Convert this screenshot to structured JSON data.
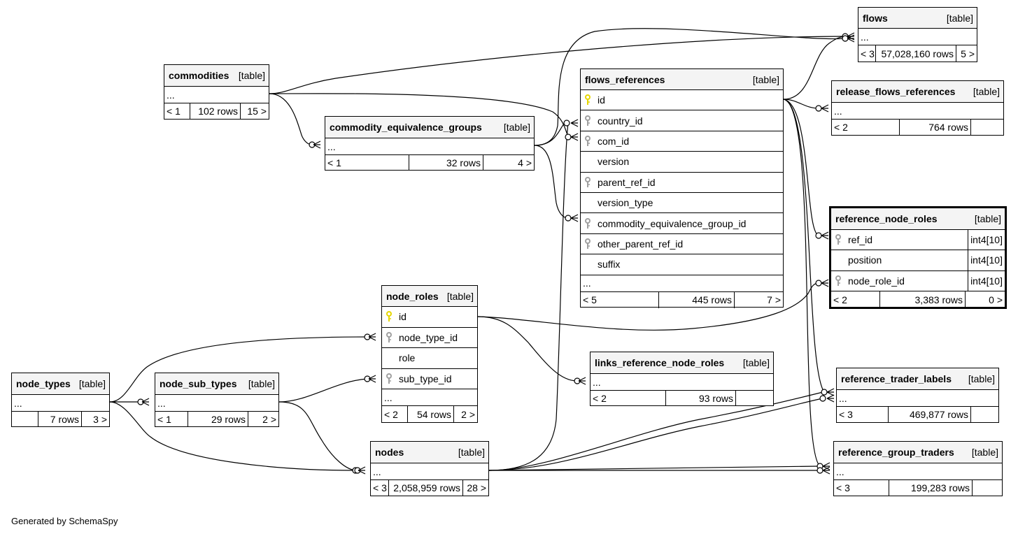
{
  "credit": "Generated by SchemaSpy",
  "tables": {
    "flows": {
      "name": "flows",
      "type": "[table]",
      "dots": "...",
      "parents": "< 3",
      "rows": "57,028,160 rows",
      "children": "5 >"
    },
    "commodities": {
      "name": "commodities",
      "type": "[table]",
      "dots": "...",
      "parents": "< 1",
      "rows": "102 rows",
      "children": "15 >"
    },
    "commodity_equivalence_groups": {
      "name": "commodity_equivalence_groups",
      "type": "[table]",
      "dots": "...",
      "parents": "< 1",
      "rows": "32 rows",
      "children": "4 >"
    },
    "flows_references": {
      "name": "flows_references",
      "type": "[table]",
      "columns": [
        {
          "name": "id",
          "key": "pk"
        },
        {
          "name": "country_id",
          "key": "fk"
        },
        {
          "name": "com_id",
          "key": "fk"
        },
        {
          "name": "version",
          "key": "none"
        },
        {
          "name": "parent_ref_id",
          "key": "fk"
        },
        {
          "name": "version_type",
          "key": "none"
        },
        {
          "name": "commodity_equivalence_group_id",
          "key": "fk"
        },
        {
          "name": "other_parent_ref_id",
          "key": "fk"
        },
        {
          "name": "suffix",
          "key": "none"
        }
      ],
      "dots": "...",
      "parents": "< 5",
      "rows": "445 rows",
      "children": "7 >"
    },
    "release_flows_references": {
      "name": "release_flows_references",
      "type": "[table]",
      "dots": "...",
      "parents": "< 2",
      "rows": "764 rows",
      "children": ""
    },
    "reference_node_roles": {
      "name": "reference_node_roles",
      "type": "[table]",
      "columns": [
        {
          "name": "ref_id",
          "key": "fk",
          "type": "int4[10]"
        },
        {
          "name": "position",
          "key": "none",
          "type": "int4[10]"
        },
        {
          "name": "node_role_id",
          "key": "fk",
          "type": "int4[10]"
        }
      ],
      "parents": "< 2",
      "rows": "3,383 rows",
      "children": "0 >"
    },
    "node_roles": {
      "name": "node_roles",
      "type": "[table]",
      "columns": [
        {
          "name": "id",
          "key": "pk"
        },
        {
          "name": "node_type_id",
          "key": "fk"
        },
        {
          "name": "role",
          "key": "none"
        },
        {
          "name": "sub_type_id",
          "key": "fk"
        }
      ],
      "dots": "...",
      "parents": "< 2",
      "rows": "54 rows",
      "children": "2 >"
    },
    "links_reference_node_roles": {
      "name": "links_reference_node_roles",
      "type": "[table]",
      "dots": "...",
      "parents": "< 2",
      "rows": "93 rows",
      "children": ""
    },
    "node_types": {
      "name": "node_types",
      "type": "[table]",
      "dots": "...",
      "parents": "",
      "rows": "7 rows",
      "children": "3 >"
    },
    "node_sub_types": {
      "name": "node_sub_types",
      "type": "[table]",
      "dots": "...",
      "parents": "< 1",
      "rows": "29 rows",
      "children": "2 >"
    },
    "nodes": {
      "name": "nodes",
      "type": "[table]",
      "dots": "...",
      "parents": "< 3",
      "rows": "2,058,959 rows",
      "children": "28 >"
    },
    "reference_trader_labels": {
      "name": "reference_trader_labels",
      "type": "[table]",
      "dots": "...",
      "parents": "< 3",
      "rows": "469,877 rows",
      "children": ""
    },
    "reference_group_traders": {
      "name": "reference_group_traders",
      "type": "[table]",
      "dots": "...",
      "parents": "< 3",
      "rows": "199,283 rows",
      "children": ""
    }
  },
  "colors": {
    "pk_key": "#e6d700",
    "fk_key": "#a0a0a0",
    "header_bg": "#f4f4f4",
    "edge": "#000000"
  },
  "icons": {
    "pk": "primary-key-icon",
    "fk": "foreign-key-icon"
  }
}
